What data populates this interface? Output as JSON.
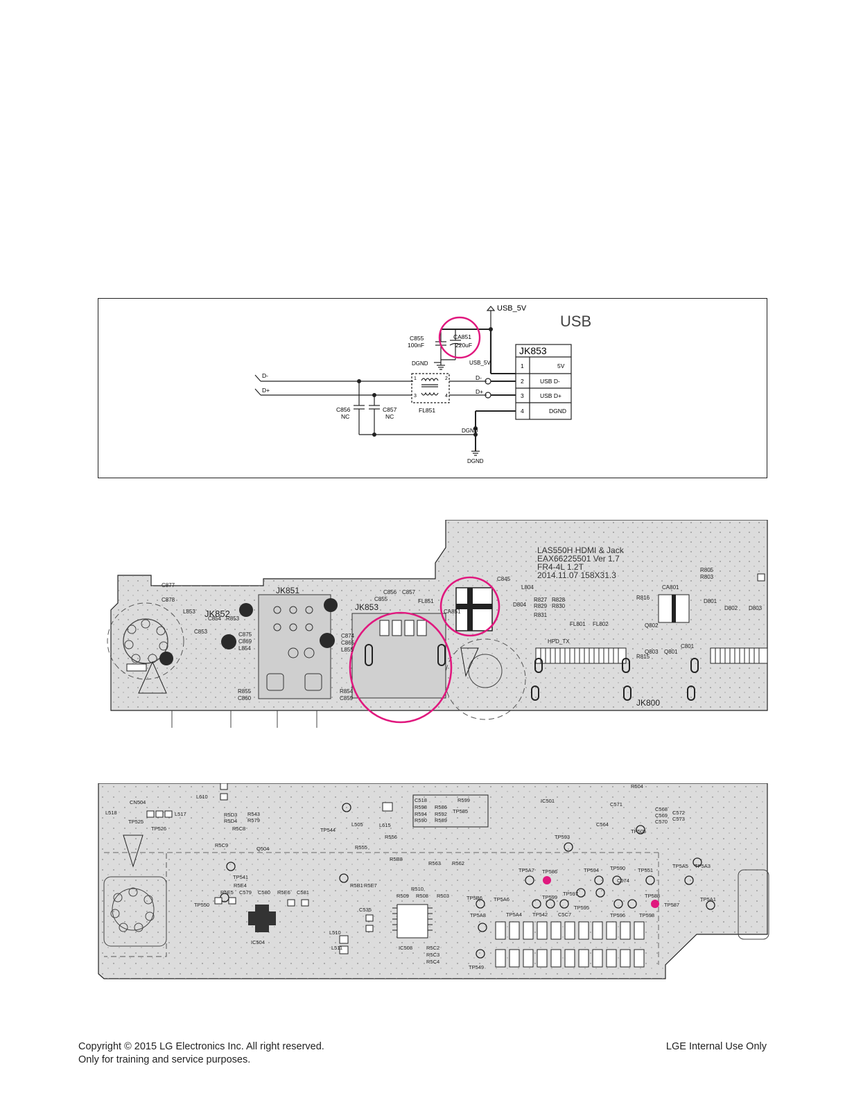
{
  "schematic": {
    "title": "USB",
    "power_net": "USB_5V",
    "power_net_2": "USB_5V",
    "cap_c855": {
      "ref": "C855",
      "value": "100nF"
    },
    "cap_ca851": {
      "ref": "CA851",
      "value": "220uF"
    },
    "dgnd_top": "DGND",
    "signal_dminus_in": "D-",
    "signal_dplus_in": "D+",
    "filter": {
      "ref": "FL851",
      "pin1": "1",
      "pin2": "2",
      "pin3": "3",
      "pin4": "4"
    },
    "node_dminus": "D-",
    "node_dplus": "D+",
    "cap_c856": {
      "ref": "C856",
      "value": "NC"
    },
    "cap_c857": {
      "ref": "C857",
      "value": "NC"
    },
    "node_dgnd": "DGND",
    "dgnd_bottom": "DGND",
    "connector": {
      "ref": "JK853",
      "pins": [
        {
          "num": "1",
          "name": "5V"
        },
        {
          "num": "2",
          "name": "USB D-"
        },
        {
          "num": "3",
          "name": "USB D+"
        },
        {
          "num": "4",
          "name": "DGND"
        }
      ]
    },
    "highlight_color": "#e0187e"
  },
  "pcb_top": {
    "board_text": [
      "LAS550H HDMI & Jack",
      "EAX66225501 Ver 1.7",
      "FR4-4L 1.2T",
      "2014.11.07 158X31.3"
    ],
    "labels": [
      "C877",
      "C878",
      "L853",
      "C854",
      "R853",
      "C853",
      "JK852",
      "JK851",
      "C875",
      "C869",
      "L854",
      "R855",
      "C860",
      "C856",
      "C857",
      "FL851",
      "JK853",
      "C855",
      "C874",
      "C865",
      "L855",
      "R854",
      "C859",
      "CA851",
      "C845",
      "L804",
      "D804",
      "R827",
      "R828",
      "R829",
      "R830",
      "R831",
      "FL801",
      "FL802",
      "HPD_TX",
      "JK800",
      "R816",
      "R815",
      "CA801",
      "Q802",
      "Q803",
      "Q801",
      "R805",
      "R803",
      "D801",
      "D802",
      "D803",
      "C801"
    ],
    "board_color": "#d9d9d9"
  },
  "pcb_bottom": {
    "labels": [
      "CN504",
      "L518",
      "L517",
      "TP525",
      "TP526",
      "L610",
      "R5D3",
      "R5D4",
      "R543",
      "R579",
      "R5C8",
      "R5C9",
      "Q504",
      "TP544",
      "L505",
      "L615",
      "R556",
      "R555",
      "C518",
      "R598",
      "R586",
      "R599",
      "R594",
      "R592",
      "TP585",
      "R590",
      "R589",
      "IC501",
      "C571",
      "R504",
      "C568",
      "C569",
      "C570",
      "C572",
      "C573",
      "C564",
      "TP505",
      "TP593",
      "TP5A7",
      "TP586",
      "TP594",
      "TP590",
      "C574",
      "TP551",
      "TP5A5",
      "TP5A3",
      "TP541",
      "R5E4",
      "R5E5",
      "C579",
      "C580",
      "R5E6",
      "C581",
      "TP550",
      "IC504",
      "R510",
      "R509",
      "R508",
      "R503",
      "TP5B6",
      "TP5A6",
      "TP597",
      "TP595",
      "TP599",
      "TP596",
      "TP588",
      "TP587",
      "TP5A1",
      "TP598",
      "TP5A8",
      "TP5A4",
      "TP542",
      "C5C7",
      "C535",
      "L510",
      "L511",
      "IC508",
      "R5C2",
      "R5C3",
      "R5C4",
      "TP549",
      "R563",
      "R562",
      "R5B8",
      "R5B1",
      "R5E7"
    ]
  },
  "footer": {
    "copyright": "Copyright © 2015 LG Electronics Inc. All right reserved.",
    "purpose": "Only for training and service purposes.",
    "internal": "LGE Internal Use Only"
  }
}
